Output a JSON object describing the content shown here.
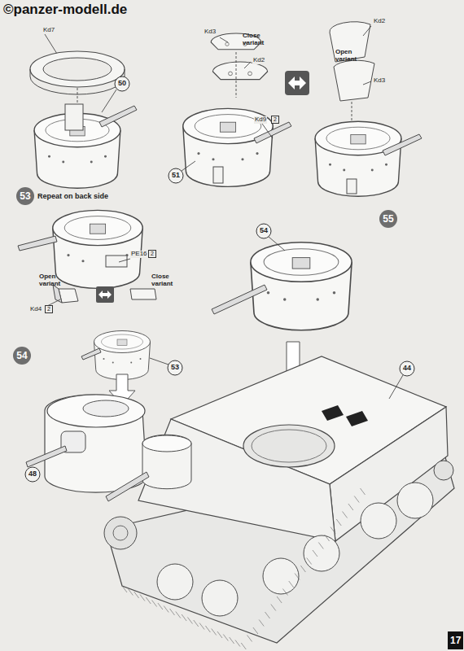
{
  "diagram": {
    "nodes": [
      {
        "text": [
          "53",
          "Repeat on back side"
        ]
      },
      {
        "text": [
          "55"
        ]
      },
      {
        "text": [
          "54"
        ]
      },
      {
        "text": [
          "17"
        ]
      }
    ],
    "labels": [
      "©panzer-modell.de",
      "Kd7",
      "50",
      "Kd3",
      "Close variant",
      "Kd2",
      "Kd9",
      "2",
      "51",
      "Kd2",
      "Open variant",
      "Kd3",
      "PE16",
      "2",
      "Open variant",
      "Close variant",
      "Kd4",
      "2",
      "54",
      "53",
      "48",
      "44"
    ]
  }
}
